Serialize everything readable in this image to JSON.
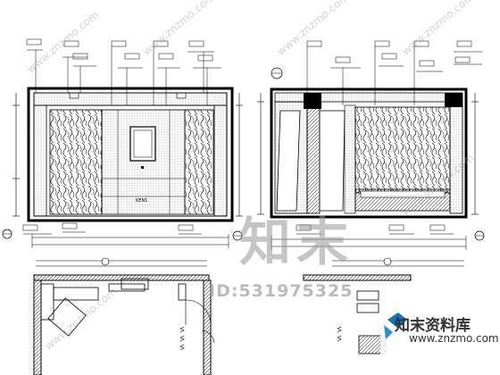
{
  "watermark": {
    "large_text": "知末",
    "id_text": "ID:531975325",
    "brand_name": "知末资料库",
    "brand_url": "www.znzmo.com",
    "diagonal_text": "www.znzmo.com"
  },
  "elevation_left": {
    "center_label": "KEN1"
  },
  "colors": {
    "line": "#000000",
    "watermark": "#999999"
  }
}
